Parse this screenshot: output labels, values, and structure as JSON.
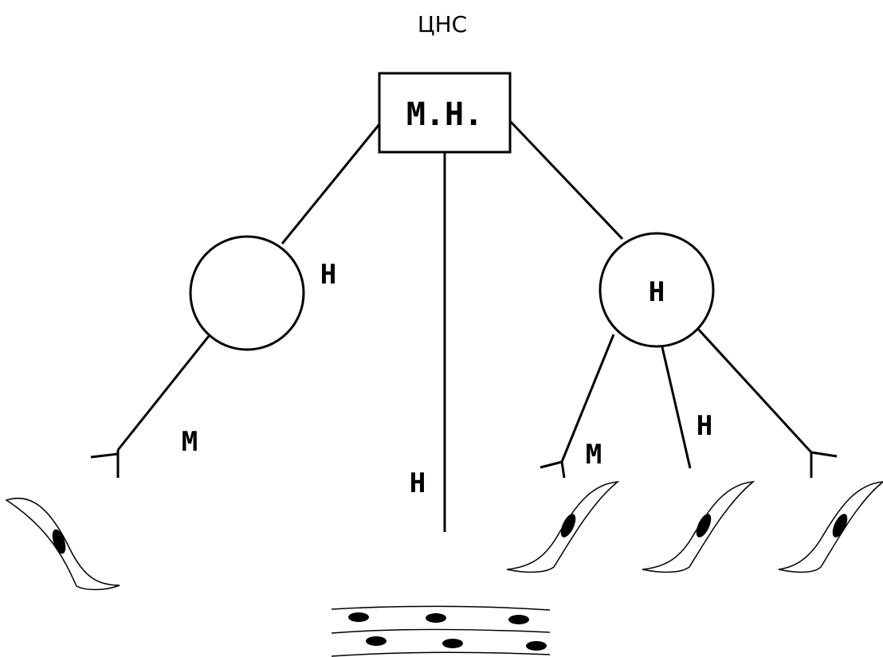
{
  "title": "ЦНС",
  "center_box": {
    "label": "М.Н."
  },
  "left_node": {
    "label": "Н"
  },
  "left_node_inner": "",
  "right_node": {
    "label": "Н"
  },
  "labels": {
    "left_m": "М",
    "center_h": "Н",
    "right_m": "М",
    "right_h": "Н"
  },
  "colors": {
    "ink": "#000000",
    "background": "#ffffff"
  }
}
